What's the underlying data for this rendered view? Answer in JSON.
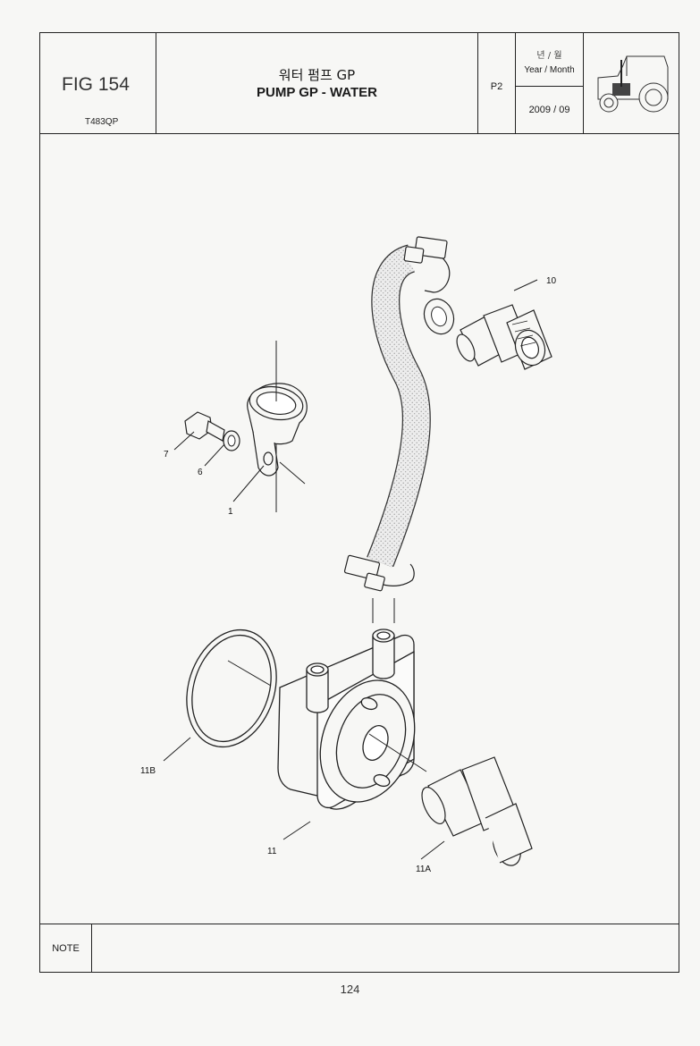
{
  "header": {
    "fig_number": "FIG 154",
    "model_code": "T483QP",
    "title_korean": "워터 펌프 GP",
    "title_english": "PUMP GP - WATER",
    "page_code": "P2",
    "year_month_korean": "년 / 월",
    "year_month_english": "Year / Month",
    "date": "2009  / 09"
  },
  "callouts": {
    "c1": "1",
    "c6": "6",
    "c7": "7",
    "c10": "10",
    "c11": "11",
    "c11a": "11A",
    "c11b": "11B"
  },
  "note": {
    "label": "NOTE"
  },
  "footer": {
    "page_number": "124"
  }
}
